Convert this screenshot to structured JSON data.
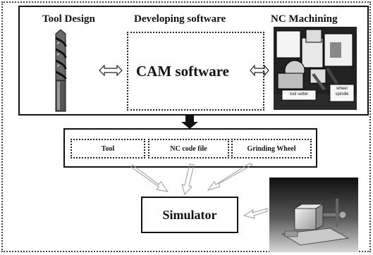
{
  "columns": {
    "tool_design": "Tool Design",
    "developing_software": "Developing software",
    "nc_machining": "NC Machining"
  },
  "cam": {
    "label": "CAM software"
  },
  "files": {
    "tool": "Tool",
    "nc_code_file": "NC code file",
    "grinding_wheel": "Grinding Wheel"
  },
  "simulator": {
    "label": "Simulator"
  },
  "photo_labels": {
    "label_a": "tool setter",
    "label_b": "wheel spindle"
  }
}
